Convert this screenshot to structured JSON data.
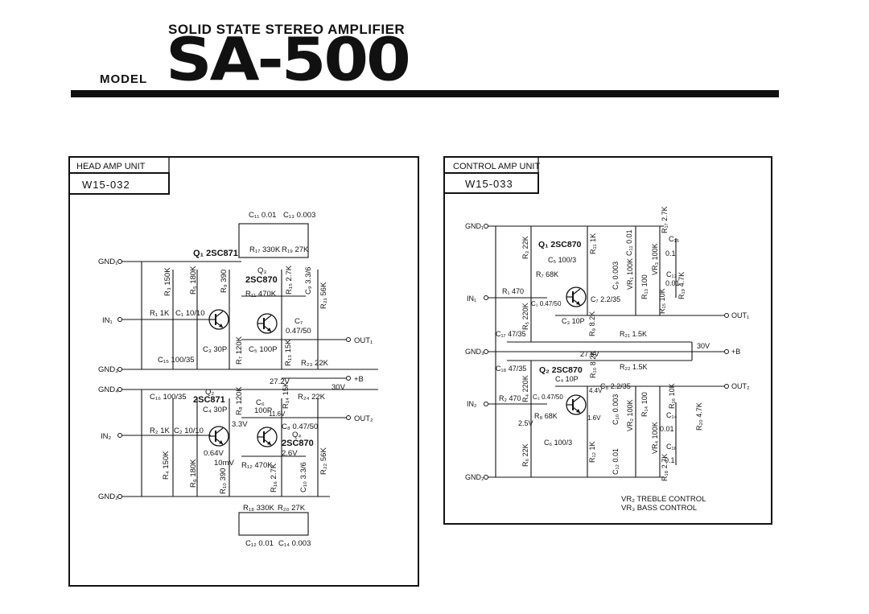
{
  "header": {
    "subtitle": "SOLID STATE STEREO AMPLIFIER",
    "model_label": "MODEL",
    "model_name": "SA-500"
  },
  "head_amp": {
    "title": "HEAD AMP UNIT",
    "code": "W15-032",
    "terminals": {
      "gnd1": "GND₁",
      "in1": "IN₁",
      "gnd3": "GND₃",
      "gnd4": "GND₄",
      "in2": "IN₂",
      "gnd2": "GND₂",
      "out1": "OUT₁",
      "out2": "OUT₂",
      "plus_b": "+B"
    },
    "transistors": {
      "q1": "Q₁ 2SC871",
      "q3": "2SC870",
      "q3_name": "Q₃",
      "q2": "2SC871",
      "q2_name": "Q₂",
      "q4": "2SC870",
      "q4_name": "Q₄"
    },
    "parts": {
      "c11": "C₁₁ 0.01",
      "c13": "C₁₃ 0.003",
      "r17": "R₁₇ 330K",
      "r19": "R₁₉ 27K",
      "r3": "R₃ 150K",
      "r5": "R₅ 180K",
      "r9": "R₉ 390",
      "r15": "R₁₅ 2.7K",
      "c9": "C₉ 3.3/6",
      "r21": "R₂₁ 56K",
      "r11": "R₁₁ 470K",
      "r1": "R₁ 1K",
      "c1": "C₁ 10/10",
      "c7": "C₇",
      "c7v": "0.47/50",
      "c3": "C₃ 30P",
      "r7": "R₇ 120K",
      "c5": "C₅ 100P",
      "r13": "R₁₃ 15K",
      "c15": "C₁₅ 100/35",
      "r23": "R₂₃ 22K",
      "v27": "27.2V",
      "v30": "30V",
      "c16": "C₁₆ 100/35",
      "r24": "R₂₄ 22K",
      "c4": "C₄ 30P",
      "r8": "R₈ 120K",
      "c6": "C₆",
      "c6v": "100P",
      "v116": "11.6V",
      "r14": "R₁₄ 15K",
      "v33": "3.3V",
      "c8": "C₈ 0.47/50",
      "r2": "R₂ 1K",
      "c2": "C₂ 10/10",
      "v064": "0.64V",
      "v10m": "10mV",
      "r12": "R₁₂ 470K",
      "v26": "2.6V",
      "r22": "R₂₂ 56K",
      "r4": "R₄ 150K",
      "r6": "R₆ 180K",
      "r10": "R₁₀ 390",
      "r16": "R₁₆ 2.7K",
      "c10": "C₁₀ 3.3/6",
      "r18": "R₁₈ 330K",
      "r20": "R₂₀ 27K",
      "c12": "C₁₂ 0.01",
      "c14": "C₁₄ 0.003"
    }
  },
  "control_amp": {
    "title": "CONTROL AMP UNIT",
    "code": "W15-033",
    "terminals": {
      "gnd1": "GND₁",
      "in1": "IN₁",
      "gnd3": "GND₃",
      "in2": "IN₂",
      "gnd2": "GND₂",
      "out1": "OUT₁",
      "out2": "OUT₂",
      "plus_b": "+B"
    },
    "transistors": {
      "q1": "Q₁ 2SC870",
      "q2": "Q₂ 2SC870"
    },
    "parts": {
      "r3": "R₃ 22K",
      "r11": "R₁₁ 1K",
      "c11": "C₁₁ 0.01",
      "r17": "R₁₇ 2.7K",
      "c15": "C₁₅",
      "c15v": "0.1",
      "c5": "C₅ 100/3",
      "r7": "R₇ 68K",
      "c9": "C₉ 0.003",
      "vr1": "VR₁ 100K",
      "vr3": "VR₃ 100K",
      "c13": "C₁₃",
      "c13v": "0.01",
      "r1": "R₁ 470",
      "c1": "C₁ 0.47/50",
      "c7": "C₇ 2.2/35",
      "r13": "R₁₃ 100",
      "r15": "R₁₅ 10K",
      "r19": "R₁₉ 4.7K",
      "r5": "R₅ 220K",
      "c3": "C₃ 10P",
      "r9": "R₉ 8.2K",
      "c17": "C₁₇ 47/35",
      "r21": "R₂₁ 1.5K",
      "v30": "30V",
      "v275": "27.5V",
      "c18": "C₁₈ 47/35",
      "r22": "R₂₂ 1.5K",
      "c4": "C₄ 10P",
      "r10": "R₁₀ 8.2K",
      "r4": "R₄ 220K",
      "v44": "4.4V",
      "c8": "C₈ 2.2/35",
      "r2": "R₂ 470",
      "c2": "C₂ 0.47/50",
      "r8": "R₈ 68K",
      "v25": "2.5V",
      "v16": "1.6V",
      "c10": "C₁₀ 0.003",
      "vr2": "VR₂ 100K",
      "r14": "R₁₄ 100",
      "r16": "R₁₆ 10K",
      "c14": "C₁₄",
      "c14v": "0.01",
      "r20": "R₂₀ 4.7K",
      "c6": "C₆ 100/3",
      "r6": "R₆ 22K",
      "r12": "R₁₂ 1K",
      "c12": "C₁₂ 0.01",
      "vr4": "VR₄ 100K",
      "c16": "C₁₆",
      "c16v": "0.1",
      "r18": "R₁₈ 2.7K"
    },
    "notes": {
      "vr2": "VR₂  TREBLE  CONTROL",
      "vr3": "VR₃  BASS  CONTROL"
    }
  }
}
